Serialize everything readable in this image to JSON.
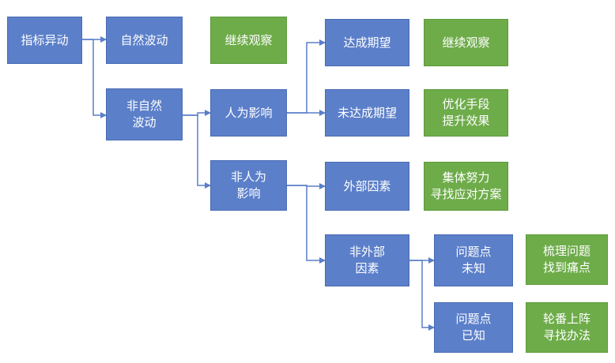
{
  "colors": {
    "blue": "#5b7fc9",
    "green": "#6eac4a",
    "line": "#5b7fc9"
  },
  "nodes": {
    "root": {
      "lines": [
        "指标异动"
      ]
    },
    "natural": {
      "lines": [
        "自然波动"
      ]
    },
    "watch1": {
      "lines": [
        "继续观察"
      ]
    },
    "nonnatural": {
      "lines": [
        "非自然",
        "波动"
      ]
    },
    "human": {
      "lines": [
        "人为影响"
      ]
    },
    "met": {
      "lines": [
        "达成期望"
      ]
    },
    "watch2": {
      "lines": [
        "继续观察"
      ]
    },
    "notmet": {
      "lines": [
        "未达成期望"
      ]
    },
    "optimize": {
      "lines": [
        "优化手段",
        "提升效果"
      ]
    },
    "nonhuman": {
      "lines": [
        "非人为",
        "影响"
      ]
    },
    "external": {
      "lines": [
        "外部因素"
      ]
    },
    "team": {
      "lines": [
        "集体努力",
        "寻找应对方案"
      ]
    },
    "nonexternal": {
      "lines": [
        "非外部",
        "因素"
      ]
    },
    "unknown": {
      "lines": [
        "问题点",
        "未知"
      ]
    },
    "sortout": {
      "lines": [
        "梳理问题",
        "找到痛点"
      ]
    },
    "known": {
      "lines": [
        "问题点",
        "已知"
      ]
    },
    "rotate": {
      "lines": [
        "轮番上阵",
        "寻找办法"
      ]
    }
  }
}
